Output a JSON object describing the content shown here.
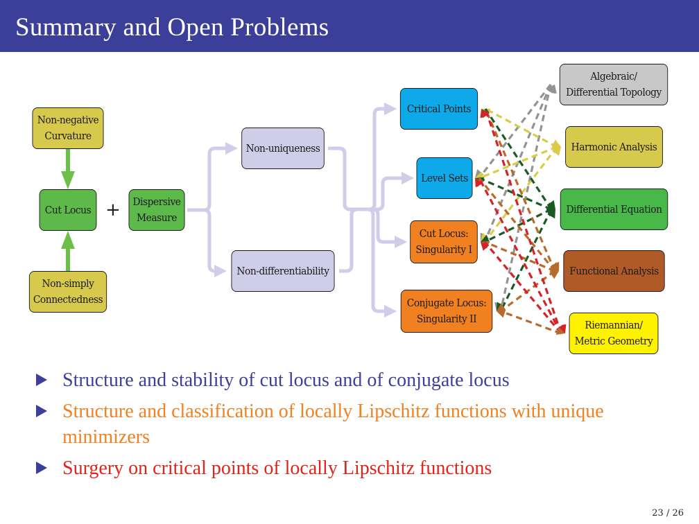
{
  "slide": {
    "title": "Summary and Open Problems",
    "page_current": "23",
    "page_total": "26",
    "page_label": "23 / 26",
    "header_color": "#3c3f9a"
  },
  "diagram": {
    "plus_sign": "+",
    "nodes": {
      "nonneg_curvature": {
        "label_lines": [
          "Non-negative",
          "Curvature"
        ],
        "color": "#d6c94c"
      },
      "cut_locus": {
        "label_lines": [
          "Cut Locus"
        ],
        "color": "#5cb94a"
      },
      "nonsimply": {
        "label_lines": [
          "Non-simply",
          "Connectedness"
        ],
        "color": "#d6c94c"
      },
      "dispersive": {
        "label_lines": [
          "Dispersive",
          "Measure"
        ],
        "color": "#5cb94a"
      },
      "nonuniqueness": {
        "label_lines": [
          "Non-uniqueness"
        ],
        "color": "#cfcde8"
      },
      "nondiff": {
        "label_lines": [
          "Non-differentiability"
        ],
        "color": "#cfcde8"
      },
      "critical_points": {
        "label_lines": [
          "Critical Points"
        ],
        "color": "#0ea9e8"
      },
      "level_sets": {
        "label_lines": [
          "Level Sets"
        ],
        "color": "#0ea9e8"
      },
      "cut_locus_sing": {
        "label_lines": [
          "Cut Locus:",
          "Singularity I"
        ],
        "color": "#f08020"
      },
      "conj_locus_sing": {
        "label_lines": [
          "Conjugate Locus:",
          "Singularity II"
        ],
        "color": "#f08020"
      },
      "alg_topology": {
        "label_lines": [
          "Algebraic/",
          "Differential Topology"
        ],
        "color": "#c8c8c8"
      },
      "harmonic": {
        "label_lines": [
          "Harmonic Analysis"
        ],
        "color": "#d6c94c"
      },
      "diff_eq": {
        "label_lines": [
          "Differential Equation"
        ],
        "color": "#48b848"
      },
      "functional": {
        "label_lines": [
          "Functional Analysis"
        ],
        "color": "#b05a28"
      },
      "riemannian": {
        "label_lines": [
          "Riemannian/",
          "Metric Geometry"
        ],
        "color": "#fff200"
      }
    },
    "edge_colors": {
      "gray": "#939393",
      "yellow": "#d8cc48",
      "green": "#1b5a25",
      "brown": "#b86a2c",
      "red": "#d42228",
      "flow": "#cfcde8",
      "solid_green": "#6cc04a"
    },
    "solid_edges": [
      {
        "from": "nonneg_curvature",
        "to": "cut_locus"
      },
      {
        "from": "nonsimply",
        "to": "cut_locus"
      }
    ],
    "flow_edges": [
      {
        "from": "dispersive",
        "to": "nonuniqueness"
      },
      {
        "from": "dispersive",
        "to": "nondiff"
      },
      {
        "from": "nonuniqueness",
        "to": "critical_points"
      },
      {
        "from": "nonuniqueness",
        "to": "level_sets"
      },
      {
        "from": "nonuniqueness",
        "to": "cut_locus_sing"
      },
      {
        "from": "nonuniqueness",
        "to": "conj_locus_sing"
      },
      {
        "from": "nondiff",
        "to": "critical_points"
      },
      {
        "from": "nondiff",
        "to": "level_sets"
      },
      {
        "from": "nondiff",
        "to": "cut_locus_sing"
      },
      {
        "from": "nondiff",
        "to": "conj_locus_sing"
      }
    ],
    "dashed_edges": [
      {
        "field": "alg_topology",
        "target": "level_sets",
        "color": "gray"
      },
      {
        "field": "alg_topology",
        "target": "cut_locus_sing",
        "color": "gray"
      },
      {
        "field": "alg_topology",
        "target": "conj_locus_sing",
        "color": "gray"
      },
      {
        "field": "harmonic",
        "target": "critical_points",
        "color": "yellow"
      },
      {
        "field": "harmonic",
        "target": "level_sets",
        "color": "yellow"
      },
      {
        "field": "harmonic",
        "target": "cut_locus_sing",
        "color": "yellow"
      },
      {
        "field": "diff_eq",
        "target": "critical_points",
        "color": "green"
      },
      {
        "field": "diff_eq",
        "target": "level_sets",
        "color": "green"
      },
      {
        "field": "diff_eq",
        "target": "cut_locus_sing",
        "color": "green"
      },
      {
        "field": "diff_eq",
        "target": "conj_locus_sing",
        "color": "green"
      },
      {
        "field": "functional",
        "target": "critical_points",
        "color": "brown"
      },
      {
        "field": "functional",
        "target": "level_sets",
        "color": "brown"
      },
      {
        "field": "functional",
        "target": "cut_locus_sing",
        "color": "brown"
      },
      {
        "field": "functional",
        "target": "conj_locus_sing",
        "color": "brown"
      },
      {
        "field": "riemannian",
        "target": "critical_points",
        "color": "red"
      },
      {
        "field": "riemannian",
        "target": "level_sets",
        "color": "red"
      },
      {
        "field": "riemannian",
        "target": "cut_locus_sing",
        "color": "red"
      },
      {
        "field": "riemannian",
        "target": "conj_locus_sing",
        "color": "brown"
      }
    ]
  },
  "bullets": [
    {
      "text": "Structure and stability of cut locus and of conjugate locus",
      "color": "#3c3f9a"
    },
    {
      "text": "Structure and classification of locally Lipschitz functions with unique minimizers",
      "color": "#f08020"
    },
    {
      "text": "Surgery on critical points of locally Lipschitz functions",
      "color": "#e2231a"
    }
  ]
}
